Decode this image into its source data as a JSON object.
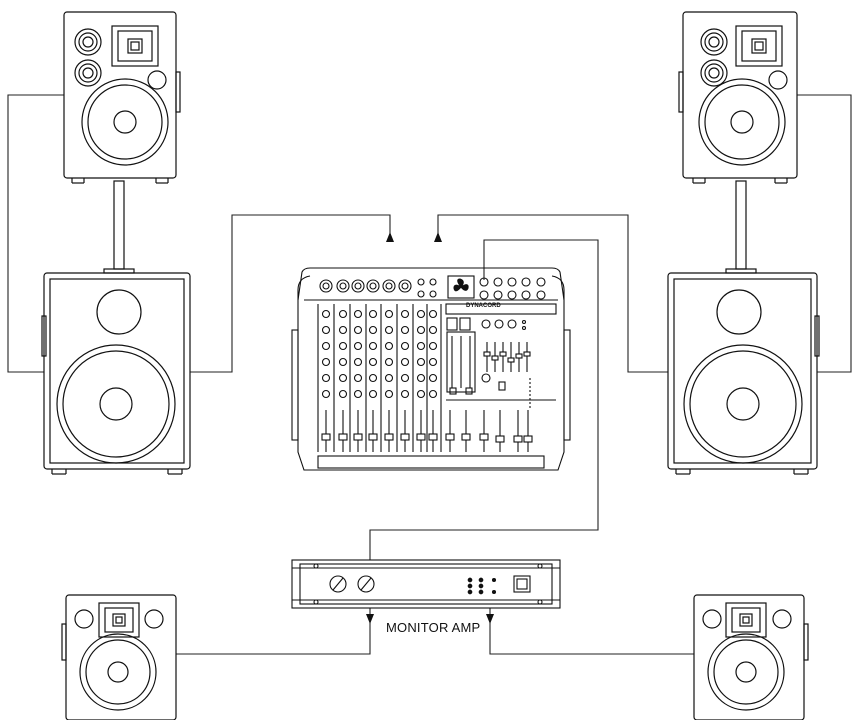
{
  "diagram": {
    "amp_label": "MONITOR AMP",
    "mixer_brand": "DYNACORD",
    "components": [
      {
        "id": "top-left-speaker",
        "kind": "full-range speaker"
      },
      {
        "id": "top-right-speaker",
        "kind": "full-range speaker"
      },
      {
        "id": "left-subwoofer",
        "kind": "subwoofer"
      },
      {
        "id": "right-subwoofer",
        "kind": "subwoofer"
      },
      {
        "id": "powered-mixer",
        "kind": "powered mixer"
      },
      {
        "id": "monitor-amp",
        "kind": "power amplifier"
      },
      {
        "id": "left-monitor",
        "kind": "stage monitor"
      },
      {
        "id": "right-monitor",
        "kind": "stage monitor"
      }
    ],
    "connections": [
      {
        "from": "powered-mixer",
        "to": "left-subwoofer"
      },
      {
        "from": "left-subwoofer",
        "to": "top-left-speaker"
      },
      {
        "from": "powered-mixer",
        "to": "right-subwoofer"
      },
      {
        "from": "right-subwoofer",
        "to": "top-right-speaker"
      },
      {
        "from": "powered-mixer",
        "to": "monitor-amp"
      },
      {
        "from": "monitor-amp",
        "to": "left-monitor"
      },
      {
        "from": "monitor-amp",
        "to": "right-monitor"
      }
    ]
  }
}
